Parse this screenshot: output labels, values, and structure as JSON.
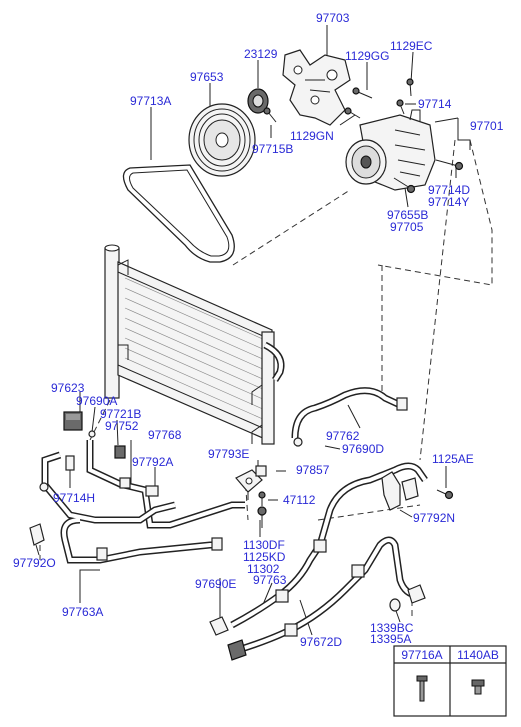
{
  "labels": {
    "l97703": "97703",
    "l23129": "23129",
    "l1129GG": "1129GG",
    "l1129EC": "1129EC",
    "l97653": "97653",
    "l97713A": "97713A",
    "l97714": "97714",
    "l97701": "97701",
    "l1129GN": "1129GN",
    "l97715B": "97715B",
    "l97714D": "97714D",
    "l97714Y": "97714Y",
    "l97655B": "97655B",
    "l97705": "97705",
    "l97623": "97623",
    "l97690A": "97690A",
    "l97721B": "97721B",
    "l97752": "97752",
    "l97768": "97768",
    "l97762": "97762",
    "l97690D": "97690D",
    "l97793E": "97793E",
    "l97857": "97857",
    "l97792A": "97792A",
    "l1125AE": "1125AE",
    "l97714H": "97714H",
    "l47112": "47112",
    "l97792N": "97792N",
    "l1130DF": "1130DF",
    "l1125KD": "1125KD",
    "l11302": "11302",
    "l97792O": "97792O",
    "l97690E": "97690E",
    "l97763": "97763",
    "l97763A": "97763A",
    "l1339BC": "1339BC",
    "l13395A": "13395A",
    "l97672D": "97672D"
  },
  "table": {
    "headers": [
      "97716A",
      "1140AB"
    ]
  }
}
